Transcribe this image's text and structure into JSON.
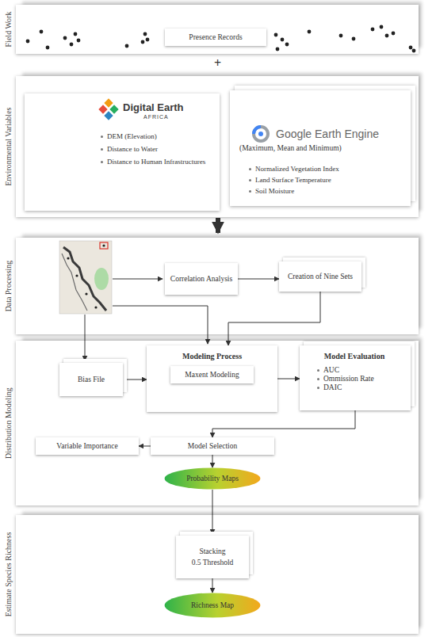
{
  "diagram": {
    "nodes": [
      {
        "text": [
          "Field Work"
        ]
      },
      {
        "text": [
          "Presence Records"
        ],
        "in": 0
      },
      {
        "text": [
          "Environmental Variables"
        ]
      },
      {
        "text": [
          "Digital Earth",
          "AFRICA",
          "DEM (Elevation)",
          "Distance to Water",
          "Distance to Human Infrastructures"
        ],
        "in": 2
      },
      {
        "text": [
          "Google Earth Engine",
          "(Maximum, Mean and Minimum)",
          "Normalized Vegetation Index",
          "Land Surface Temperature",
          "Soil Moisture"
        ],
        "in": 2
      },
      {
        "text": [
          "Data Processing"
        ]
      },
      {
        "text": [
          "Correlation Analysis"
        ],
        "in": 5
      },
      {
        "text": [
          "Creation of Nine Sets"
        ],
        "in": 5
      },
      {
        "text": [
          "Distribution Modeling"
        ]
      },
      {
        "text": [
          "Bias File"
        ],
        "in": 8
      },
      {
        "text": [
          "Modeling Process"
        ],
        "in": 8
      },
      {
        "text": [
          "Maxent Modeling"
        ],
        "in": 10
      },
      {
        "text": [
          "Model Evaluation",
          "AUC",
          "Ommission Rate",
          "DAIC"
        ],
        "in": 8
      },
      {
        "text": [
          "Variable Importance"
        ],
        "in": 8
      },
      {
        "text": [
          "Model Selection"
        ],
        "in": 8
      },
      {
        "text": [
          "Probability Maps"
        ],
        "in": 8
      },
      {
        "text": [
          "Estimate Species Richness"
        ]
      },
      {
        "text": [
          "Stacking",
          "0.5 Threshold"
        ],
        "in": 16
      },
      {
        "text": [
          "Richness Map"
        ],
        "in": 16
      }
    ],
    "edges": [
      {
        "from": 2,
        "to": 5,
        "arrow": "to"
      },
      {
        "from": 6,
        "to": 7,
        "arrow": "to"
      },
      {
        "from": 7,
        "to": 10,
        "arrow": "to"
      },
      {
        "from": 9,
        "to": 10,
        "arrow": "to"
      },
      {
        "from": 10,
        "to": 12,
        "arrow": "to"
      },
      {
        "from": 12,
        "to": 14,
        "arrow": "to"
      },
      {
        "from": 14,
        "to": 13,
        "arrow": "to"
      },
      {
        "from": 14,
        "to": 15,
        "arrow": "to"
      },
      {
        "from": 15,
        "to": 17,
        "arrow": "to"
      },
      {
        "from": 17,
        "to": 18,
        "arrow": "to"
      }
    ],
    "labels": [
      "+"
    ]
  }
}
